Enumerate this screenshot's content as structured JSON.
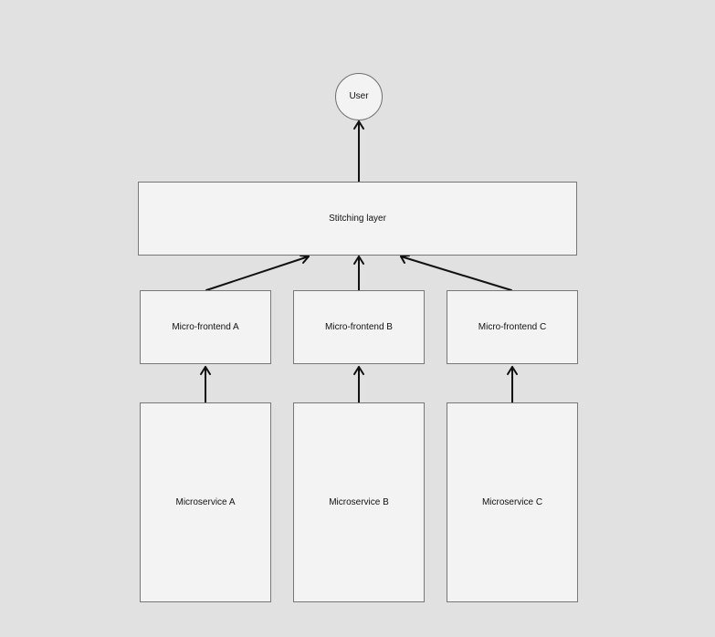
{
  "diagram": {
    "nodes": {
      "user": {
        "label": "User"
      },
      "stitching_layer": {
        "label": "Stitching layer"
      },
      "micro_frontend_a": {
        "label": "Micro-frontend A"
      },
      "micro_frontend_b": {
        "label": "Micro-frontend B"
      },
      "micro_frontend_c": {
        "label": "Micro-frontend C"
      },
      "microservice_a": {
        "label": "Microservice A"
      },
      "microservice_b": {
        "label": "Microservice B"
      },
      "microservice_c": {
        "label": "Microservice C"
      }
    },
    "edges": [
      {
        "from": "stitching_layer",
        "to": "user"
      },
      {
        "from": "micro_frontend_a",
        "to": "stitching_layer"
      },
      {
        "from": "micro_frontend_b",
        "to": "stitching_layer"
      },
      {
        "from": "micro_frontend_c",
        "to": "stitching_layer"
      },
      {
        "from": "microservice_a",
        "to": "micro_frontend_a"
      },
      {
        "from": "microservice_b",
        "to": "micro_frontend_b"
      },
      {
        "from": "microservice_c",
        "to": "micro_frontend_c"
      }
    ]
  }
}
